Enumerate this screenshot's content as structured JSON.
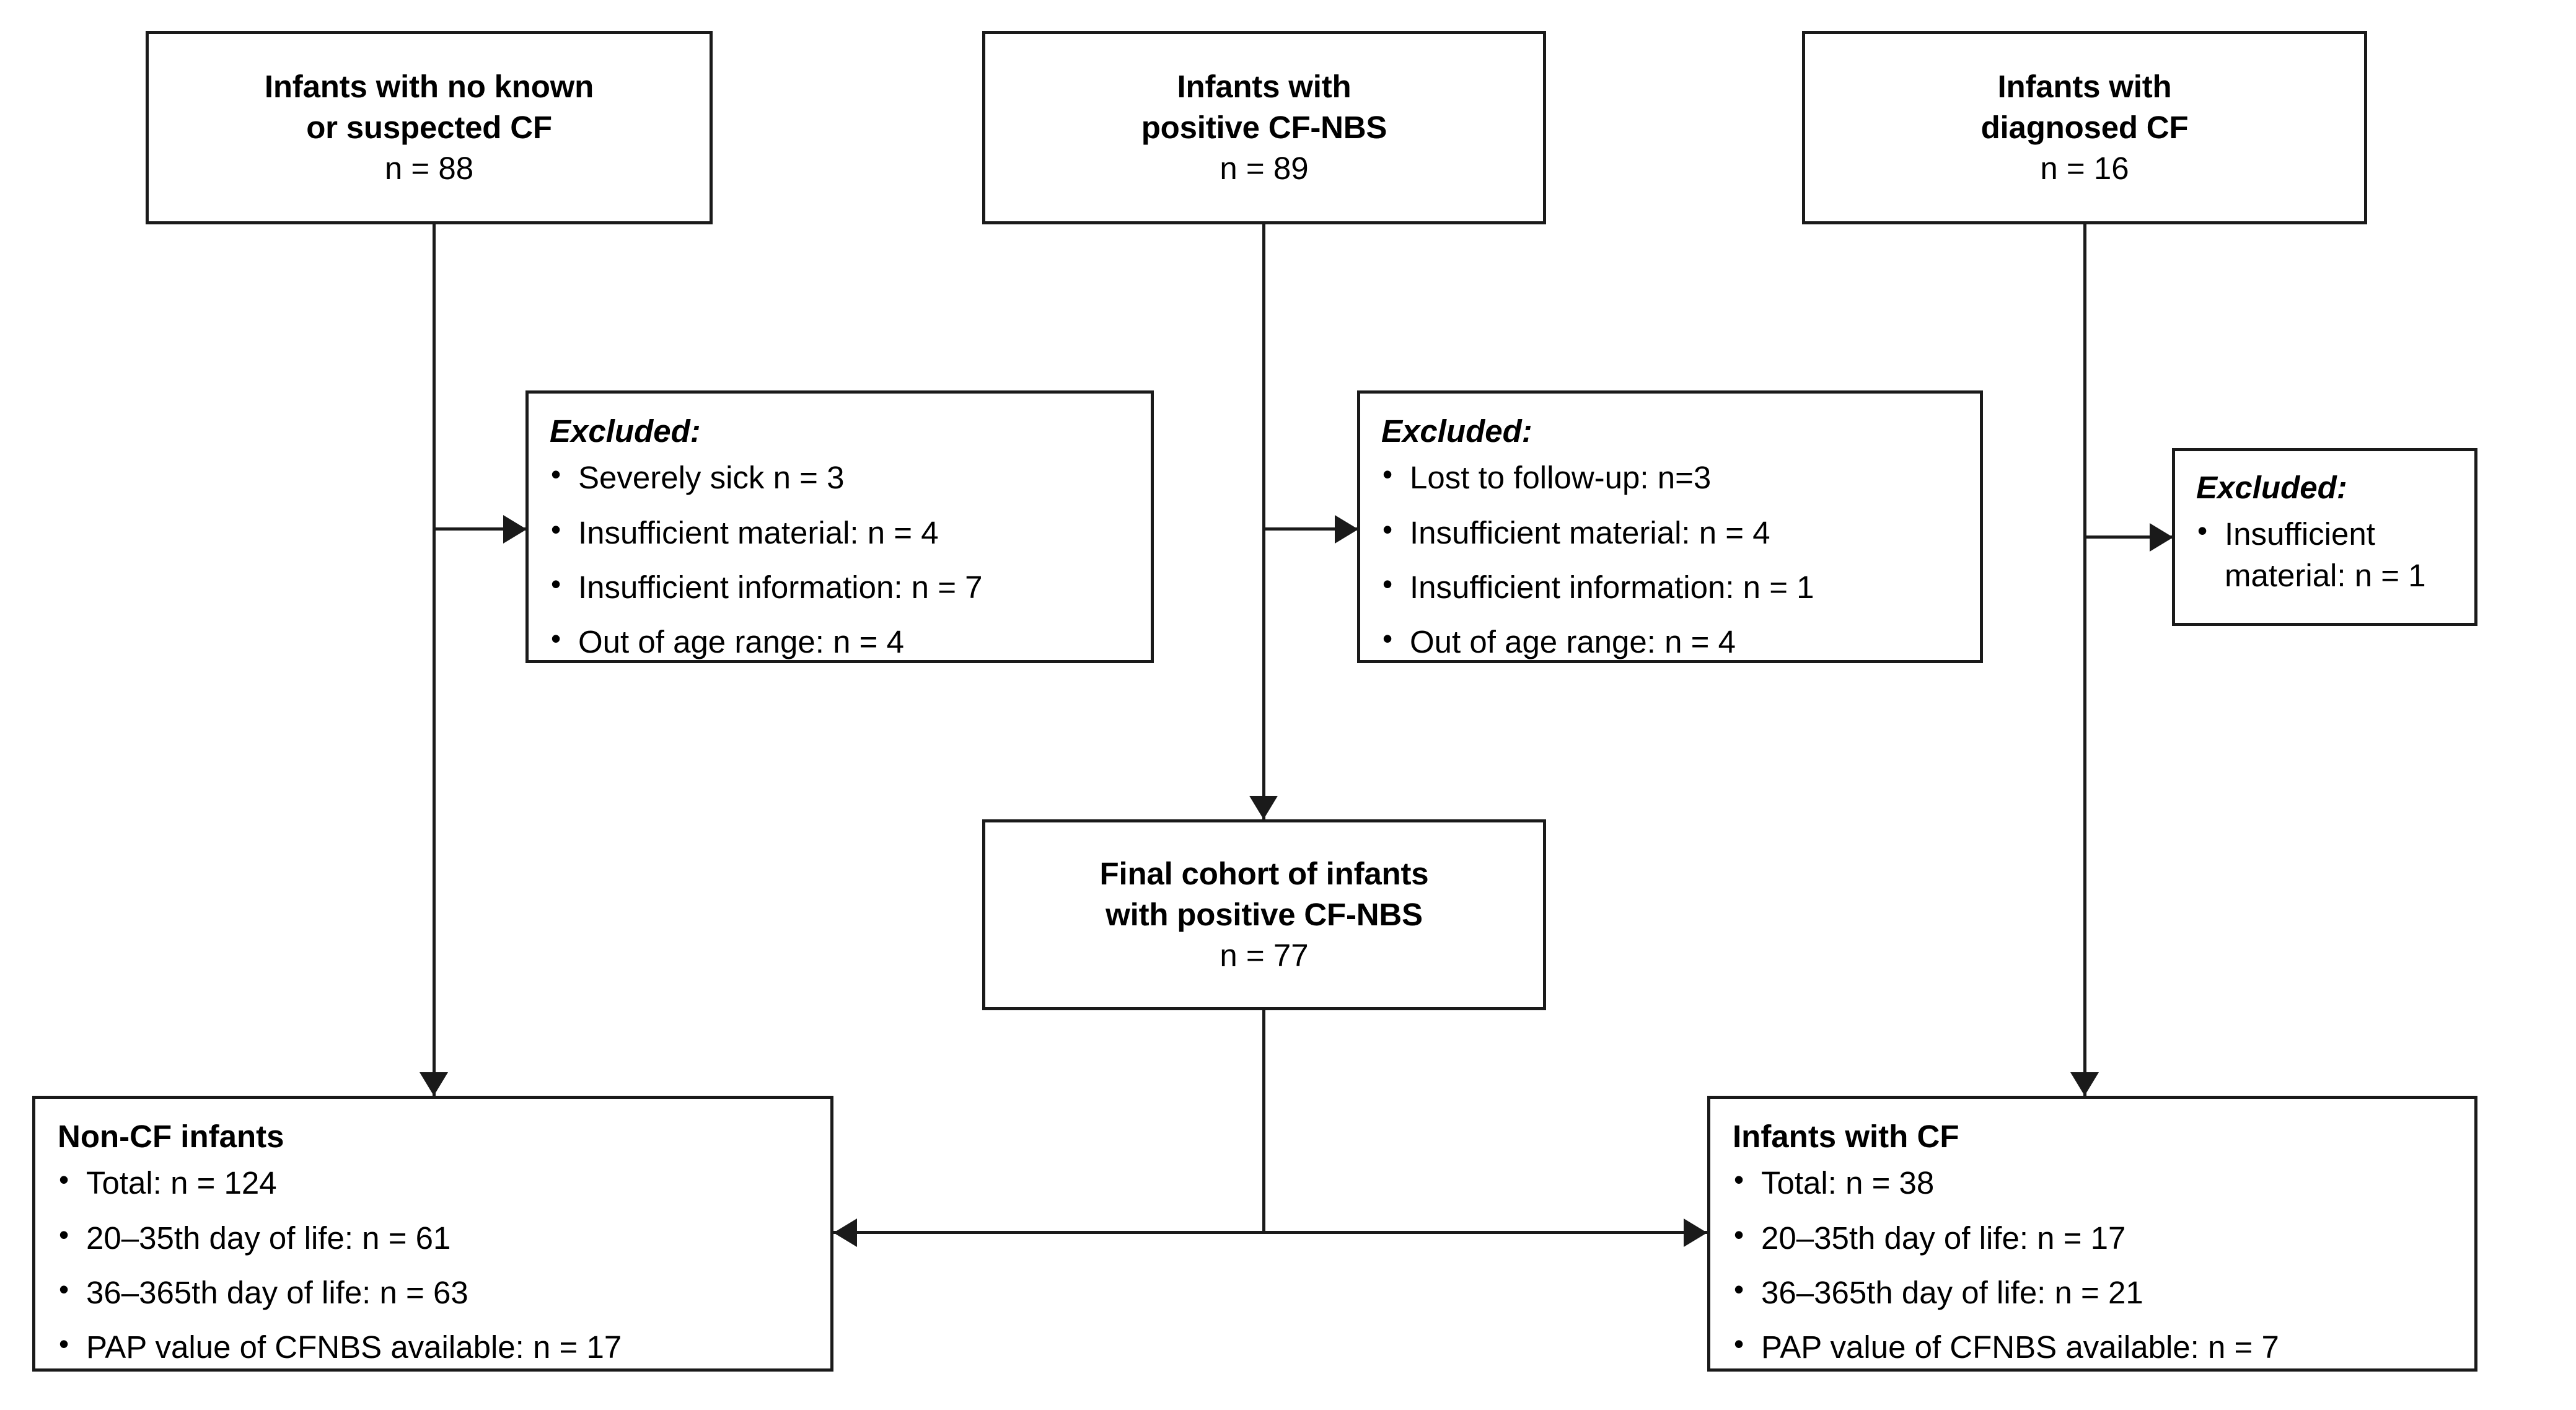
{
  "diagram": {
    "title": "Study flow diagram of infant cohort with cystic fibrosis newborn screening",
    "type": "flowchart",
    "colors": {
      "stroke": "#1a1a1a",
      "fill": "#ffffff",
      "text": "#000000"
    }
  },
  "nodes": {
    "no_known_cf": {
      "line1": "Infants with no known",
      "line2": "or suspected CF",
      "count": "n = 88"
    },
    "positive_nbs": {
      "line1": "Infants with",
      "line2": "positive CF-NBS",
      "count": "n = 89"
    },
    "diagnosed_cf": {
      "line1": "Infants with",
      "line2": "diagnosed CF",
      "count": "n = 16"
    },
    "excluded_1": {
      "heading": "Excluded:",
      "items": [
        "Severely sick n = 3",
        "Insufficient material: n = 4",
        "Insufficient information: n = 7",
        "Out of age range: n = 4"
      ]
    },
    "excluded_2": {
      "heading": "Excluded:",
      "items": [
        "Lost to follow-up: n=3",
        "Insufficient material: n = 4",
        "Insufficient information: n = 1",
        "Out of age range: n = 4"
      ]
    },
    "excluded_3": {
      "heading": "Excluded:",
      "items": [
        "Insufficient material: n = 1"
      ]
    },
    "final_cohort": {
      "line1": "Final cohort of infants",
      "line2": "with positive CF-NBS",
      "count": "n = 77"
    },
    "non_cf_infants": {
      "heading": "Non-CF infants",
      "items": [
        "Total: n = 124",
        "20–35th day of life: n = 61",
        "36–365th day of life: n = 63",
        "PAP value of CFNBS available: n = 17"
      ]
    },
    "infants_with_cf": {
      "heading": "Infants with CF",
      "items": [
        "Total: n = 38",
        "20–35th day of life: n = 17",
        "36–365th day of life: n = 21",
        "PAP value of CFNBS available: n = 7"
      ]
    }
  },
  "edges": [
    {
      "from": "no_known_cf",
      "to": "excluded_1",
      "style": "arrow-right"
    },
    {
      "from": "no_known_cf",
      "to": "non_cf_infants",
      "style": "arrow-down"
    },
    {
      "from": "positive_nbs",
      "to": "excluded_2",
      "style": "arrow-right"
    },
    {
      "from": "positive_nbs",
      "to": "final_cohort",
      "style": "arrow-down"
    },
    {
      "from": "diagnosed_cf",
      "to": "excluded_3",
      "style": "arrow-right"
    },
    {
      "from": "diagnosed_cf",
      "to": "infants_with_cf",
      "style": "arrow-down"
    },
    {
      "from": "final_cohort",
      "to": "non_cf_infants",
      "style": "arrow-left"
    },
    {
      "from": "final_cohort",
      "to": "infants_with_cf",
      "style": "arrow-right"
    }
  ]
}
